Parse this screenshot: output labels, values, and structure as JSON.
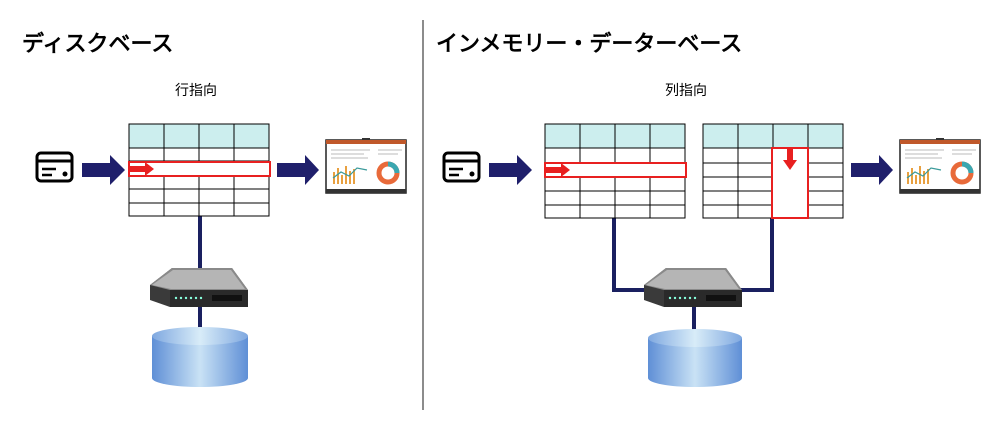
{
  "panels": {
    "left": {
      "title": "ディスクベース",
      "orientation_label": "行指向"
    },
    "right": {
      "title": "インメモリー・データーベース",
      "orientation_label": "列指向"
    }
  },
  "colors": {
    "arrow": "#1f1f6b",
    "table_header": "#cceeee",
    "highlight": "#e82020",
    "connector": "#1a2060",
    "divider": "#666666"
  }
}
